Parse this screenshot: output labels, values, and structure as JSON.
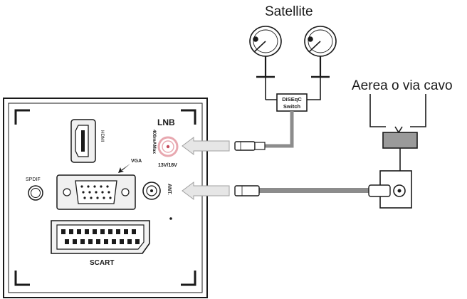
{
  "labels": {
    "satellite": "Satellite",
    "antenna": "Aerea o via cavo",
    "diseqc_line1": "DiSEqC",
    "diseqc_line2": "Switch",
    "lnb": "LNB",
    "lnb_current": "400mAMax",
    "lnb_voltage": "13V/18V",
    "hdmi": "HDMI",
    "vga": "VGA",
    "spdif": "SPDIF",
    "ant": "ANT.",
    "scart": "SCART"
  },
  "icons": {
    "satellite_dish": "satellite-dish-icon",
    "diseqc_switch": "diseqc-switch-box",
    "coax_plug": "coax-plug-icon",
    "wall_socket": "antenna-wall-socket",
    "antenna_splitter": "antenna-splitter-box"
  },
  "colors": {
    "line": "#1a1a1a",
    "cable": "#8c8c8c",
    "lnb_port": "#e8a8b0",
    "panel_bg": "#ffffff"
  }
}
